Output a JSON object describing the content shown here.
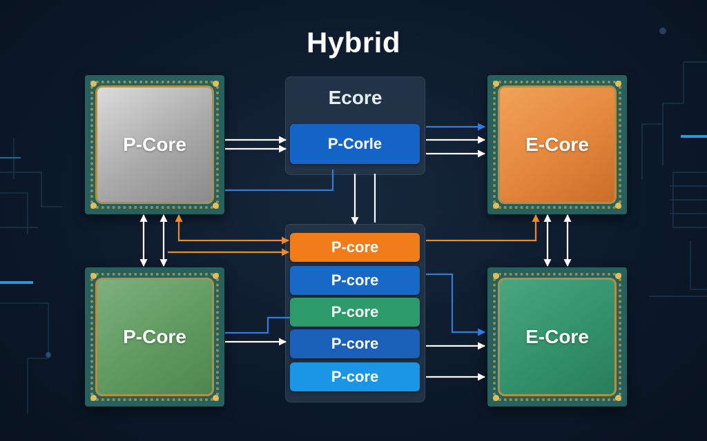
{
  "title": "Hybrid",
  "center_top": {
    "label": "Ecore",
    "bar_label": "P-Corle",
    "bar_color": "#1565c8"
  },
  "center_stack": {
    "bars": [
      {
        "label": "P-core",
        "color": "#f07d1a"
      },
      {
        "label": "P-core",
        "color": "#1868c8"
      },
      {
        "label": "P-core",
        "color": "#2c9a69"
      },
      {
        "label": "P-core",
        "color": "#1a5fb8"
      },
      {
        "label": "P-core",
        "color": "#1b96e6"
      }
    ]
  },
  "chips": {
    "top_left": {
      "label": "P-Core"
    },
    "top_right": {
      "label": "E-Core"
    },
    "bottom_left": {
      "label": "P-Core"
    },
    "bottom_right": {
      "label": "E-Core"
    }
  },
  "colors": {
    "wire_white": "#ffffff",
    "wire_blue": "#2f7de0",
    "wire_orange": "#f08a24",
    "background": "#0d1a2b"
  }
}
